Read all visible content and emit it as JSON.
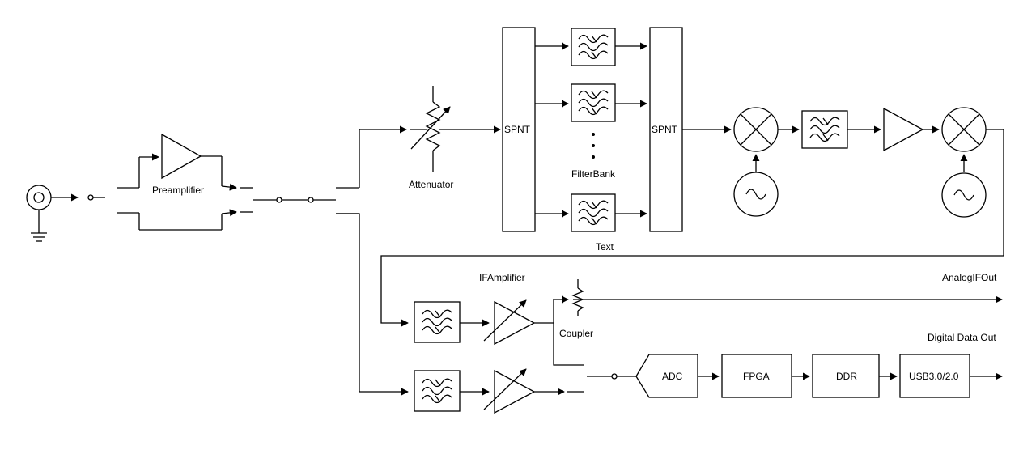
{
  "labels": {
    "preamplifier": "Preamplifier",
    "attenuator": "Attenuator",
    "spnt_left": "SPNT",
    "spnt_right": "SPNT",
    "filterbank": "FilterBank",
    "text": "Text",
    "if_amplifier": "IFAmplifier",
    "coupler": "Coupler",
    "analog_out": "AnalogIFOut",
    "digital_out": "Digital Data Out",
    "adc": "ADC",
    "fpga": "FPGA",
    "ddr": "DDR",
    "usb": "USB3.0/2.0"
  },
  "colors": {
    "line": "#000000",
    "background": "#ffffff"
  }
}
